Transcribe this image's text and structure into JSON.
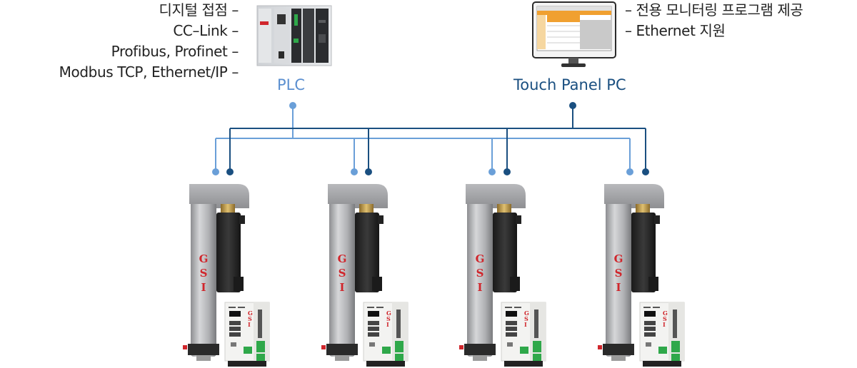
{
  "left_features": [
    "디지털 접점 –",
    "CC–Link –",
    "Profibus, Profinet –",
    "Modbus TCP, Ethernet/IP –"
  ],
  "right_features": [
    "– 전용 모니터링 프로그램 제공",
    "– Ethernet 지원"
  ],
  "plc": {
    "label": "PLC",
    "color": "#6a9fd8"
  },
  "touch_panel": {
    "label": "Touch Panel PC",
    "color": "#1a4f80"
  },
  "unit": {
    "brand_letters": [
      "G",
      "S",
      "I"
    ],
    "count": 4
  },
  "colors": {
    "light_line": "#6a9fd8",
    "dark_line": "#1a4f80",
    "screen_accent": "#f0a030",
    "brand_red": "#d0262c"
  }
}
